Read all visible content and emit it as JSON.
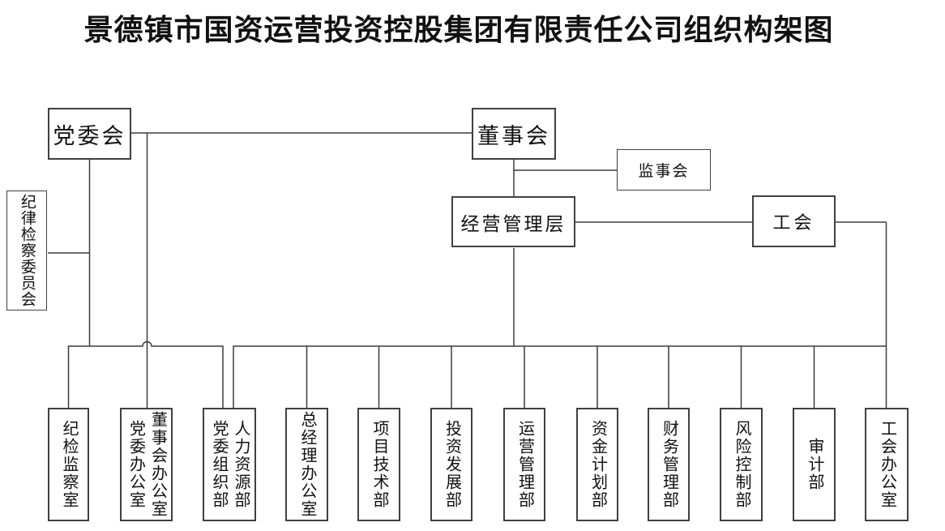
{
  "title": "景德镇市国资运营投资控股集团有限责任公司组织构架图",
  "colors": {
    "background": "#ffffff",
    "line": "#3c3c3c",
    "box_border": "#404040",
    "text": "#111111"
  },
  "org": {
    "governance": [
      {
        "id": "party-committee",
        "label": "党委会"
      },
      {
        "id": "board-of-directors",
        "label": "董事会"
      },
      {
        "id": "board-of-supervisors",
        "label": "监事会"
      },
      {
        "id": "management-team",
        "label": "经营管理层"
      },
      {
        "id": "labor-union",
        "label": "工会"
      },
      {
        "id": "discipline-inspection-committee",
        "label": "纪律检察委员会"
      }
    ],
    "departments": [
      {
        "labels": [
          "纪检监察室"
        ]
      },
      {
        "labels": [
          "董事会办公室",
          "党委办公室"
        ]
      },
      {
        "labels": [
          "人力资源部",
          "党委组织部"
        ]
      },
      {
        "labels": [
          "总经理办公室"
        ]
      },
      {
        "labels": [
          "项目技术部"
        ]
      },
      {
        "labels": [
          "投资发展部"
        ]
      },
      {
        "labels": [
          "运营管理部"
        ]
      },
      {
        "labels": [
          "资金计划部"
        ]
      },
      {
        "labels": [
          "财务管理部"
        ]
      },
      {
        "labels": [
          "风险控制部"
        ]
      },
      {
        "labels": [
          "审计部"
        ]
      },
      {
        "labels": [
          "工会办公室"
        ]
      }
    ]
  }
}
